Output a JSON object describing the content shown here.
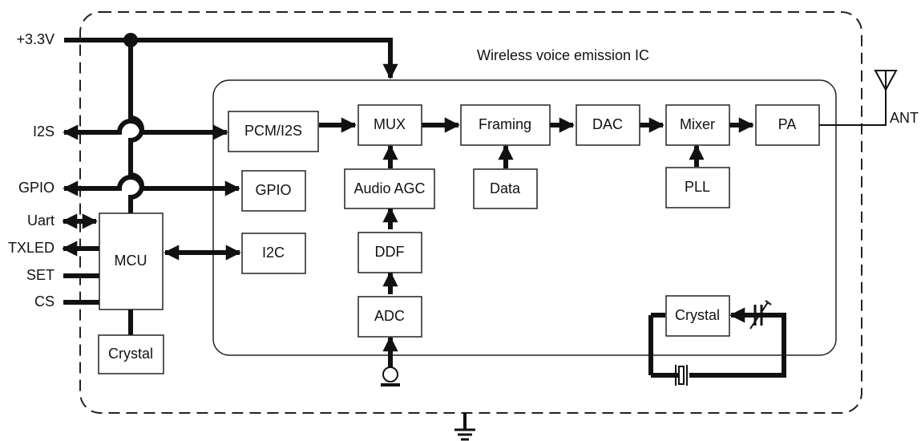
{
  "title": "Wireless voice emission IC",
  "pins_left": {
    "power": "+3.3V",
    "i2s": "I2S",
    "gpio": "GPIO",
    "uart": "Uart",
    "txled": "TXLED",
    "set": "SET",
    "cs": "CS"
  },
  "antenna_label": "ANT",
  "blocks": {
    "pcm_i2s": "PCM/I2S",
    "mux": "MUX",
    "framing": "Framing",
    "dac": "DAC",
    "mixer": "Mixer",
    "pa": "PA",
    "gpio": "GPIO",
    "audio_agc": "Audio AGC",
    "data": "Data",
    "pll": "PLL",
    "i2c": "I2C",
    "ddf": "DDF",
    "adc": "ADC",
    "mcu": "MCU",
    "crystal_mcu": "Crystal",
    "crystal_ic": "Crystal"
  }
}
